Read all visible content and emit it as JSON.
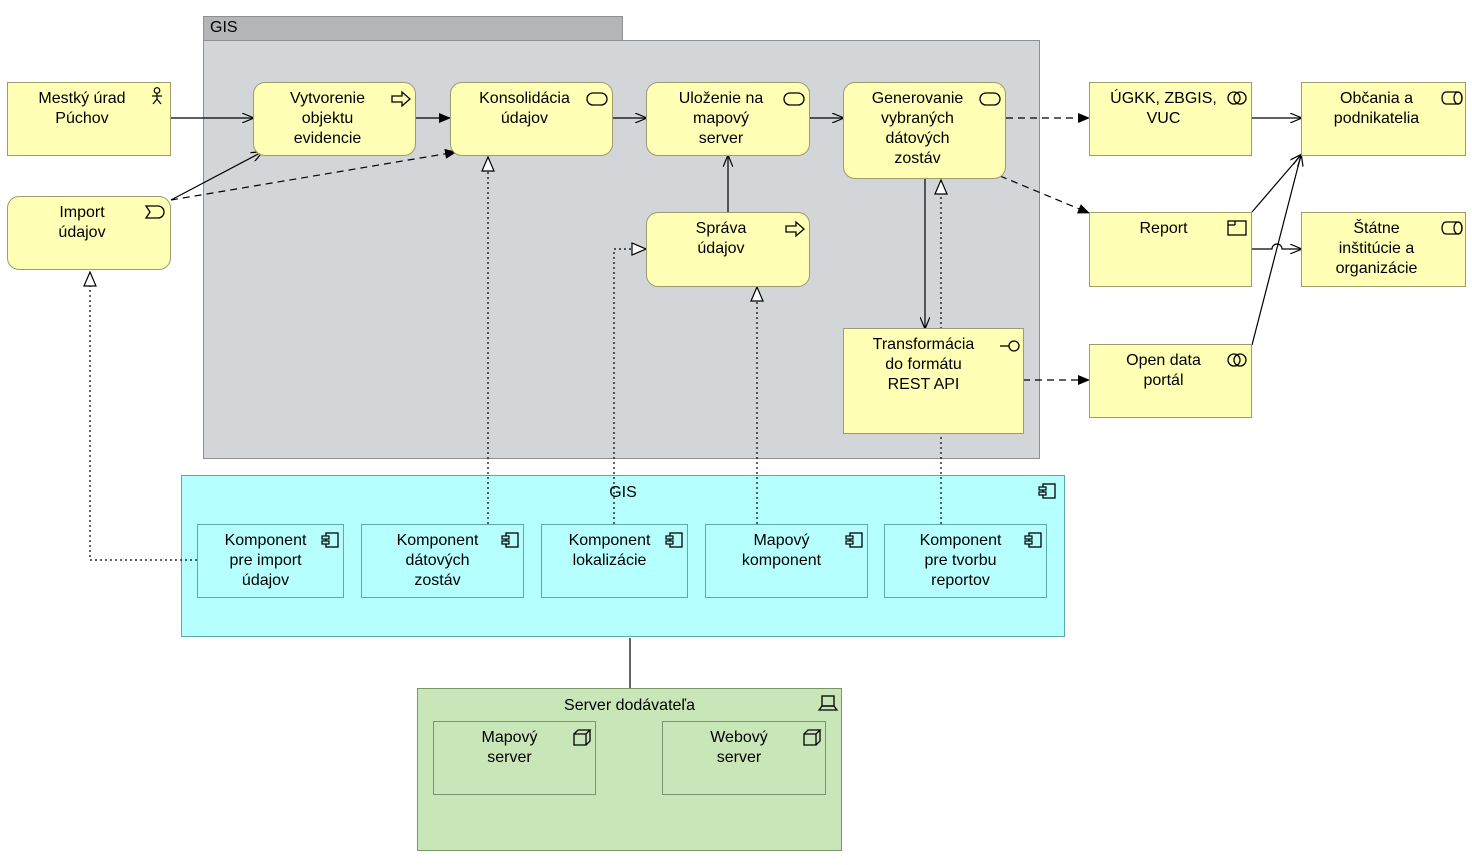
{
  "groups": {
    "gis_process_group": "GIS"
  },
  "actors": {
    "mestsky_urad": "Mestký úrad\nPúchov"
  },
  "processes": {
    "import": "Import\núdajov",
    "vytvorenie": "Vytvorenie\nobjektu\nevidencie",
    "konsolidacia": "Konsolidácia\núdajov",
    "ulozenie": "Uloženie na\nmapový\nserver",
    "generovanie": "Generovanie\nvybraných\ndátových\nzostáv",
    "sprava": "Správa\núdajov",
    "transformacia": "Transformácia\ndo formátu\nREST API"
  },
  "targets": {
    "ugkk": "ÚGKK, ZBGIS,\nVUC",
    "obcania": "Občania a\npodnikatelia",
    "report": "Report",
    "statne": "Štátne\ninštitúcie a\norganizácie",
    "open_data": "Open data\nportál"
  },
  "application": {
    "title": "GIS",
    "components": [
      "Komponent\npre import\núdajov",
      "Komponent\ndátových\nzostáv",
      "Komponent\nlokalizácie",
      "Mapový\nkomponent",
      "Komponent\npre tvorbu\nreportov"
    ]
  },
  "technology": {
    "title": "Server dodávateľa",
    "nodes": [
      "Mapový\nserver",
      "Webový\nserver"
    ]
  },
  "icons": {
    "actor": "actor-icon",
    "event": "event-icon",
    "process": "process-arrow-icon",
    "service": "service-icon",
    "interface": "interface-icon",
    "collaboration": "collaboration-icon",
    "representation": "representation-icon",
    "component": "component-icon",
    "device": "device-icon",
    "node": "node-icon"
  },
  "colors": {
    "business": "#ffffb5",
    "application": "#b6ffff",
    "technology": "#c9e6b8",
    "group": "#d3d6d8"
  }
}
